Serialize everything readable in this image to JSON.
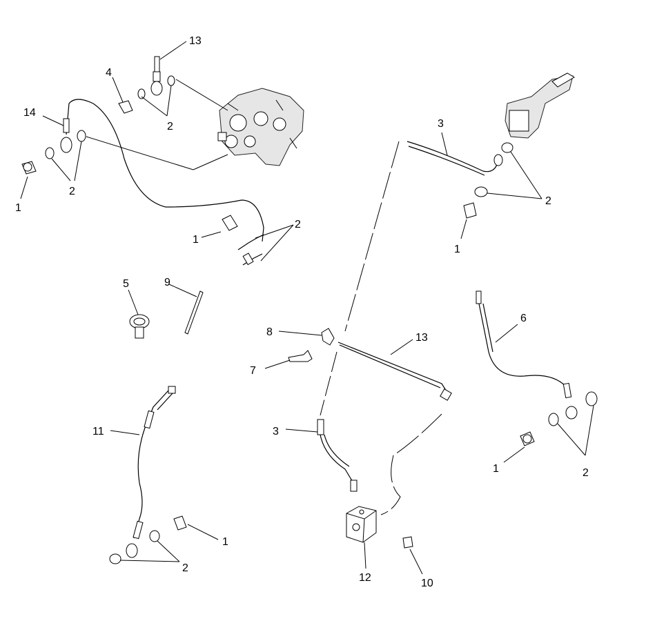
{
  "diagram": {
    "callouts": [
      {
        "id": "c13a",
        "text": "13"
      },
      {
        "id": "c4",
        "text": "4"
      },
      {
        "id": "c14",
        "text": "14"
      },
      {
        "id": "c2a",
        "text": "2"
      },
      {
        "id": "c1a",
        "text": "1"
      },
      {
        "id": "c2b",
        "text": "2"
      },
      {
        "id": "c3a",
        "text": "3"
      },
      {
        "id": "c2c",
        "text": "2"
      },
      {
        "id": "c1b",
        "text": "1"
      },
      {
        "id": "c1c",
        "text": "1"
      },
      {
        "id": "c2d",
        "text": "2"
      },
      {
        "id": "c5",
        "text": "5"
      },
      {
        "id": "c9",
        "text": "9"
      },
      {
        "id": "c6",
        "text": "6"
      },
      {
        "id": "c8",
        "text": "8"
      },
      {
        "id": "c13b",
        "text": "13"
      },
      {
        "id": "c7",
        "text": "7"
      },
      {
        "id": "c11",
        "text": "11"
      },
      {
        "id": "c3b",
        "text": "3"
      },
      {
        "id": "c1d",
        "text": "1"
      },
      {
        "id": "c2e",
        "text": "2"
      },
      {
        "id": "c1e",
        "text": "1"
      },
      {
        "id": "c2f",
        "text": "2"
      },
      {
        "id": "c12",
        "text": "12"
      },
      {
        "id": "c10",
        "text": "10"
      }
    ]
  }
}
